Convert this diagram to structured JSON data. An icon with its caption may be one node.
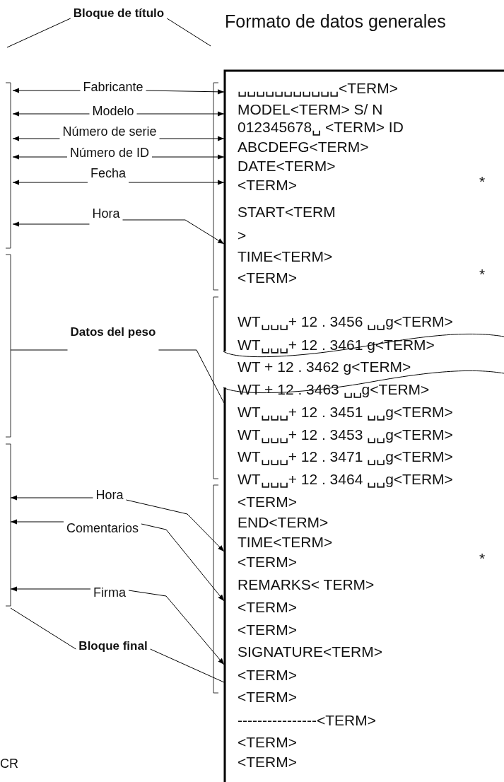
{
  "diagram": {
    "title": "Formato de datos generales",
    "nodes": [
      {
        "text": [
          "Bloque de título"
        ]
      },
      {
        "text": [
          "Fabricante"
        ]
      },
      {
        "text": [
          "Modelo"
        ]
      },
      {
        "text": [
          "Número de serie"
        ]
      },
      {
        "text": [
          "Número de ID"
        ]
      },
      {
        "text": [
          "Fecha"
        ]
      },
      {
        "text": [
          "Hora"
        ]
      },
      {
        "text": [
          "Datos del peso"
        ]
      },
      {
        "text": [
          "Hora"
        ]
      },
      {
        "text": [
          "Comentarios"
        ]
      },
      {
        "text": [
          "Firma"
        ]
      },
      {
        "text": [
          "Bloque final"
        ]
      },
      {
        "text": [
          "␣␣␣␣␣␣␣␣␣␣␣<TERM>",
          "MODEL<TERM> S/ N",
          "012345678␣ <TERM> ID",
          "ABCDEFG<TERM>",
          "DATE<TERM>",
          "<TERM>",
          "*",
          "START<TERM",
          ">",
          "TIME<TERM>",
          "<TERM>",
          "*",
          "WT␣␣␣+ 12 . 3456 ␣␣g<TERM>",
          "WT␣␣␣+ 12 . 3461 g<TERM>",
          "WT + 12 . 3462 g<TERM>",
          "WT + 12 . 3463 ␣␣g<TERM>",
          "WT␣␣␣+ 12 . 3451 ␣␣g<TERM>",
          "WT␣␣␣+ 12 . 3453 ␣␣g<TERM>",
          "WT␣␣␣+ 12 . 3471 ␣␣g<TERM>",
          "WT␣␣␣+ 12 . 3464 ␣␣g<TERM>",
          "<TERM>",
          "END<TERM>",
          "TIME<TERM>",
          "<TERM>",
          "*",
          "REMARKS< TERM>",
          "<TERM>",
          "<TERM>",
          "SIGNATURE<TERM>",
          "<TERM>",
          "<TERM>",
          "----------------<TERM>",
          "<TERM>",
          "<TERM>"
        ]
      }
    ],
    "edges": [
      {
        "from": 0,
        "to": null,
        "arrow": "none"
      },
      {
        "from": 0,
        "to": null,
        "arrow": "none"
      },
      {
        "from": 1,
        "to": null,
        "arrow": "to"
      },
      {
        "from": 1,
        "to": 12,
        "arrow": "to"
      },
      {
        "from": 2,
        "to": null,
        "arrow": "to"
      },
      {
        "from": 2,
        "to": 12,
        "arrow": "to"
      },
      {
        "from": 3,
        "to": null,
        "arrow": "to"
      },
      {
        "from": 3,
        "to": 12,
        "arrow": "to"
      },
      {
        "from": 4,
        "to": null,
        "arrow": "to"
      },
      {
        "from": 4,
        "to": 12,
        "arrow": "to"
      },
      {
        "from": 5,
        "to": null,
        "arrow": "to"
      },
      {
        "from": 5,
        "to": 12,
        "arrow": "to"
      },
      {
        "from": 6,
        "to": null,
        "arrow": "to"
      },
      {
        "from": 6,
        "to": 12,
        "arrow": "to"
      },
      {
        "from": 7,
        "to": null,
        "arrow": "none"
      },
      {
        "from": 7,
        "to": 12,
        "arrow": "none"
      },
      {
        "from": 8,
        "to": null,
        "arrow": "to"
      },
      {
        "from": 8,
        "to": 12,
        "arrow": "to"
      },
      {
        "from": 9,
        "to": null,
        "arrow": "to"
      },
      {
        "from": 9,
        "to": 12,
        "arrow": "to"
      },
      {
        "from": 10,
        "to": null,
        "arrow": "to"
      },
      {
        "from": 10,
        "to": 12,
        "arrow": "to"
      },
      {
        "from": 11,
        "to": null,
        "arrow": "none"
      },
      {
        "from": 11,
        "to": 12,
        "arrow": "none"
      }
    ],
    "labels": [
      "CR"
    ]
  }
}
